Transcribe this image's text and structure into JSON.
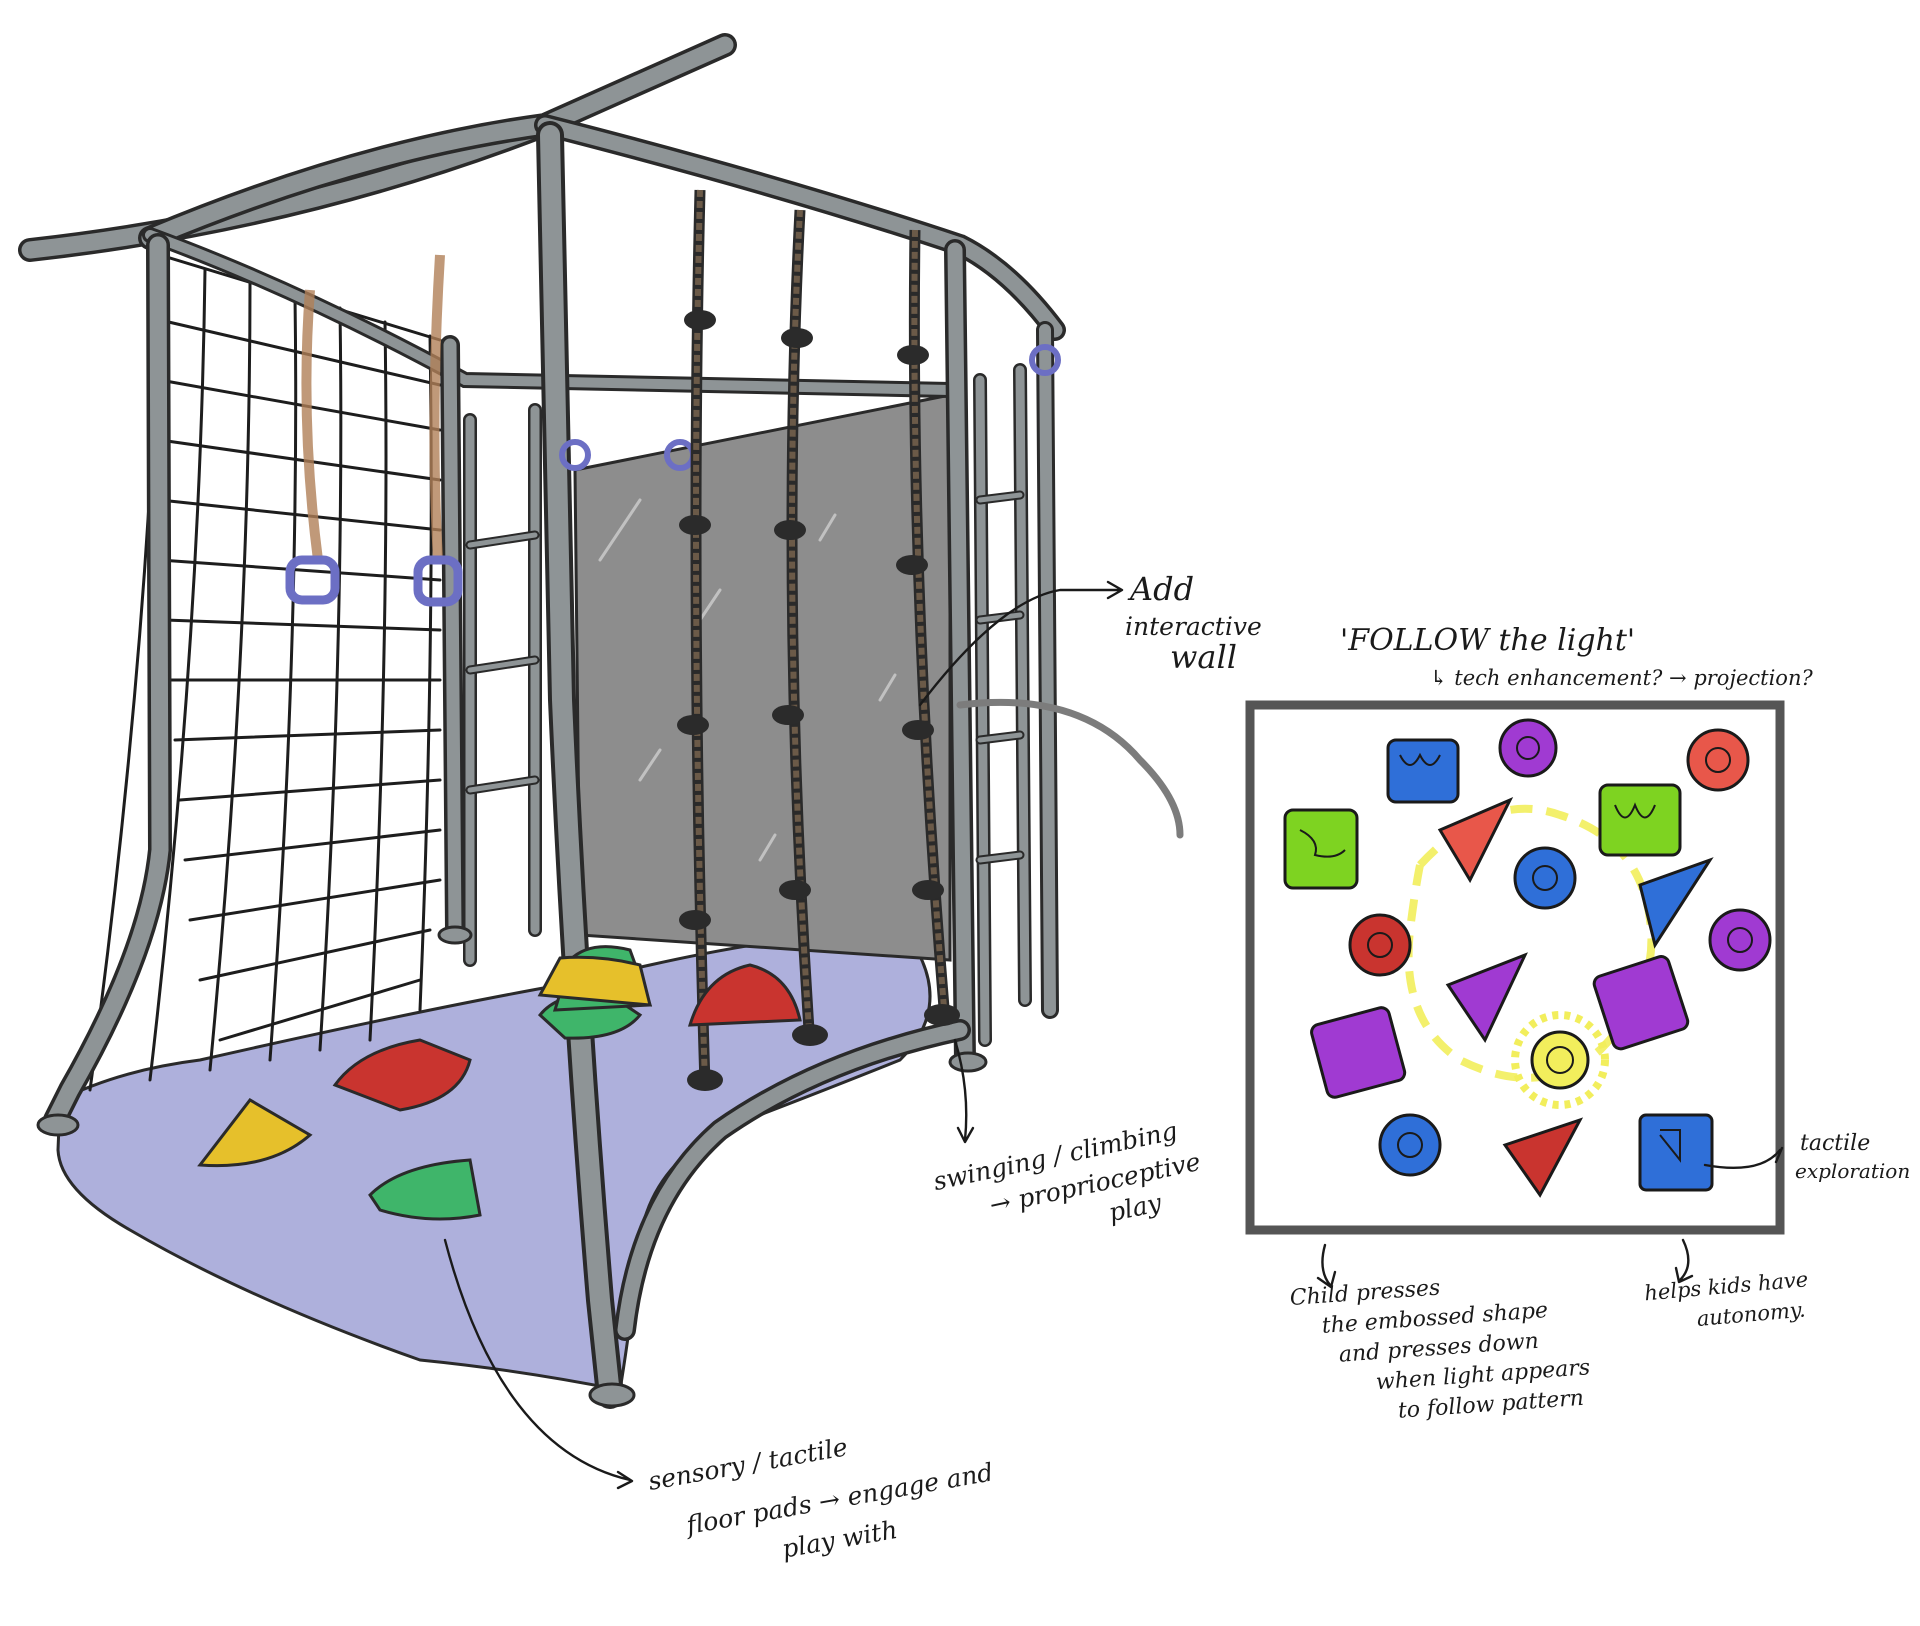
{
  "annotations": {
    "interactive_wall": [
      "Add",
      "interactive",
      "wall"
    ],
    "swinging": [
      "swinging / climbing",
      "→ proprioceptive",
      "play"
    ],
    "sensory": [
      "sensory / tactile",
      "floor pads → engage and",
      "play with"
    ],
    "follow_title": "'FOLLOW the light'",
    "follow_sub": "↳ tech enhancement? → projection?",
    "tactile": [
      "tactile",
      "exploration"
    ],
    "child_presses": [
      "Child presses",
      "the embossed shape",
      "and presses down",
      "when light appears",
      "to follow pattern"
    ],
    "autonomy": [
      "helps kids have",
      "autonomy."
    ]
  },
  "colors": {
    "frame": "#8e9496",
    "frame_outline": "#2a2a2a",
    "mat": "#aeb0dc",
    "wall_panel": "#8d8d8d",
    "rope": "#6b5a48",
    "ring": "#6c6fc4",
    "yellow": "#e6c02b",
    "red": "#c9342f",
    "green": "#3fb56a",
    "blue": "#2f6fd8",
    "purple": "#a03ad2",
    "lime": "#7ed321",
    "coral": "#e8574a",
    "glow": "#f2ee5c"
  },
  "icons": {
    "square": "rounded-square-shape",
    "circle": "circle-shape",
    "triangle": "triangle-shape",
    "hold": "climbing-hold-shape"
  }
}
